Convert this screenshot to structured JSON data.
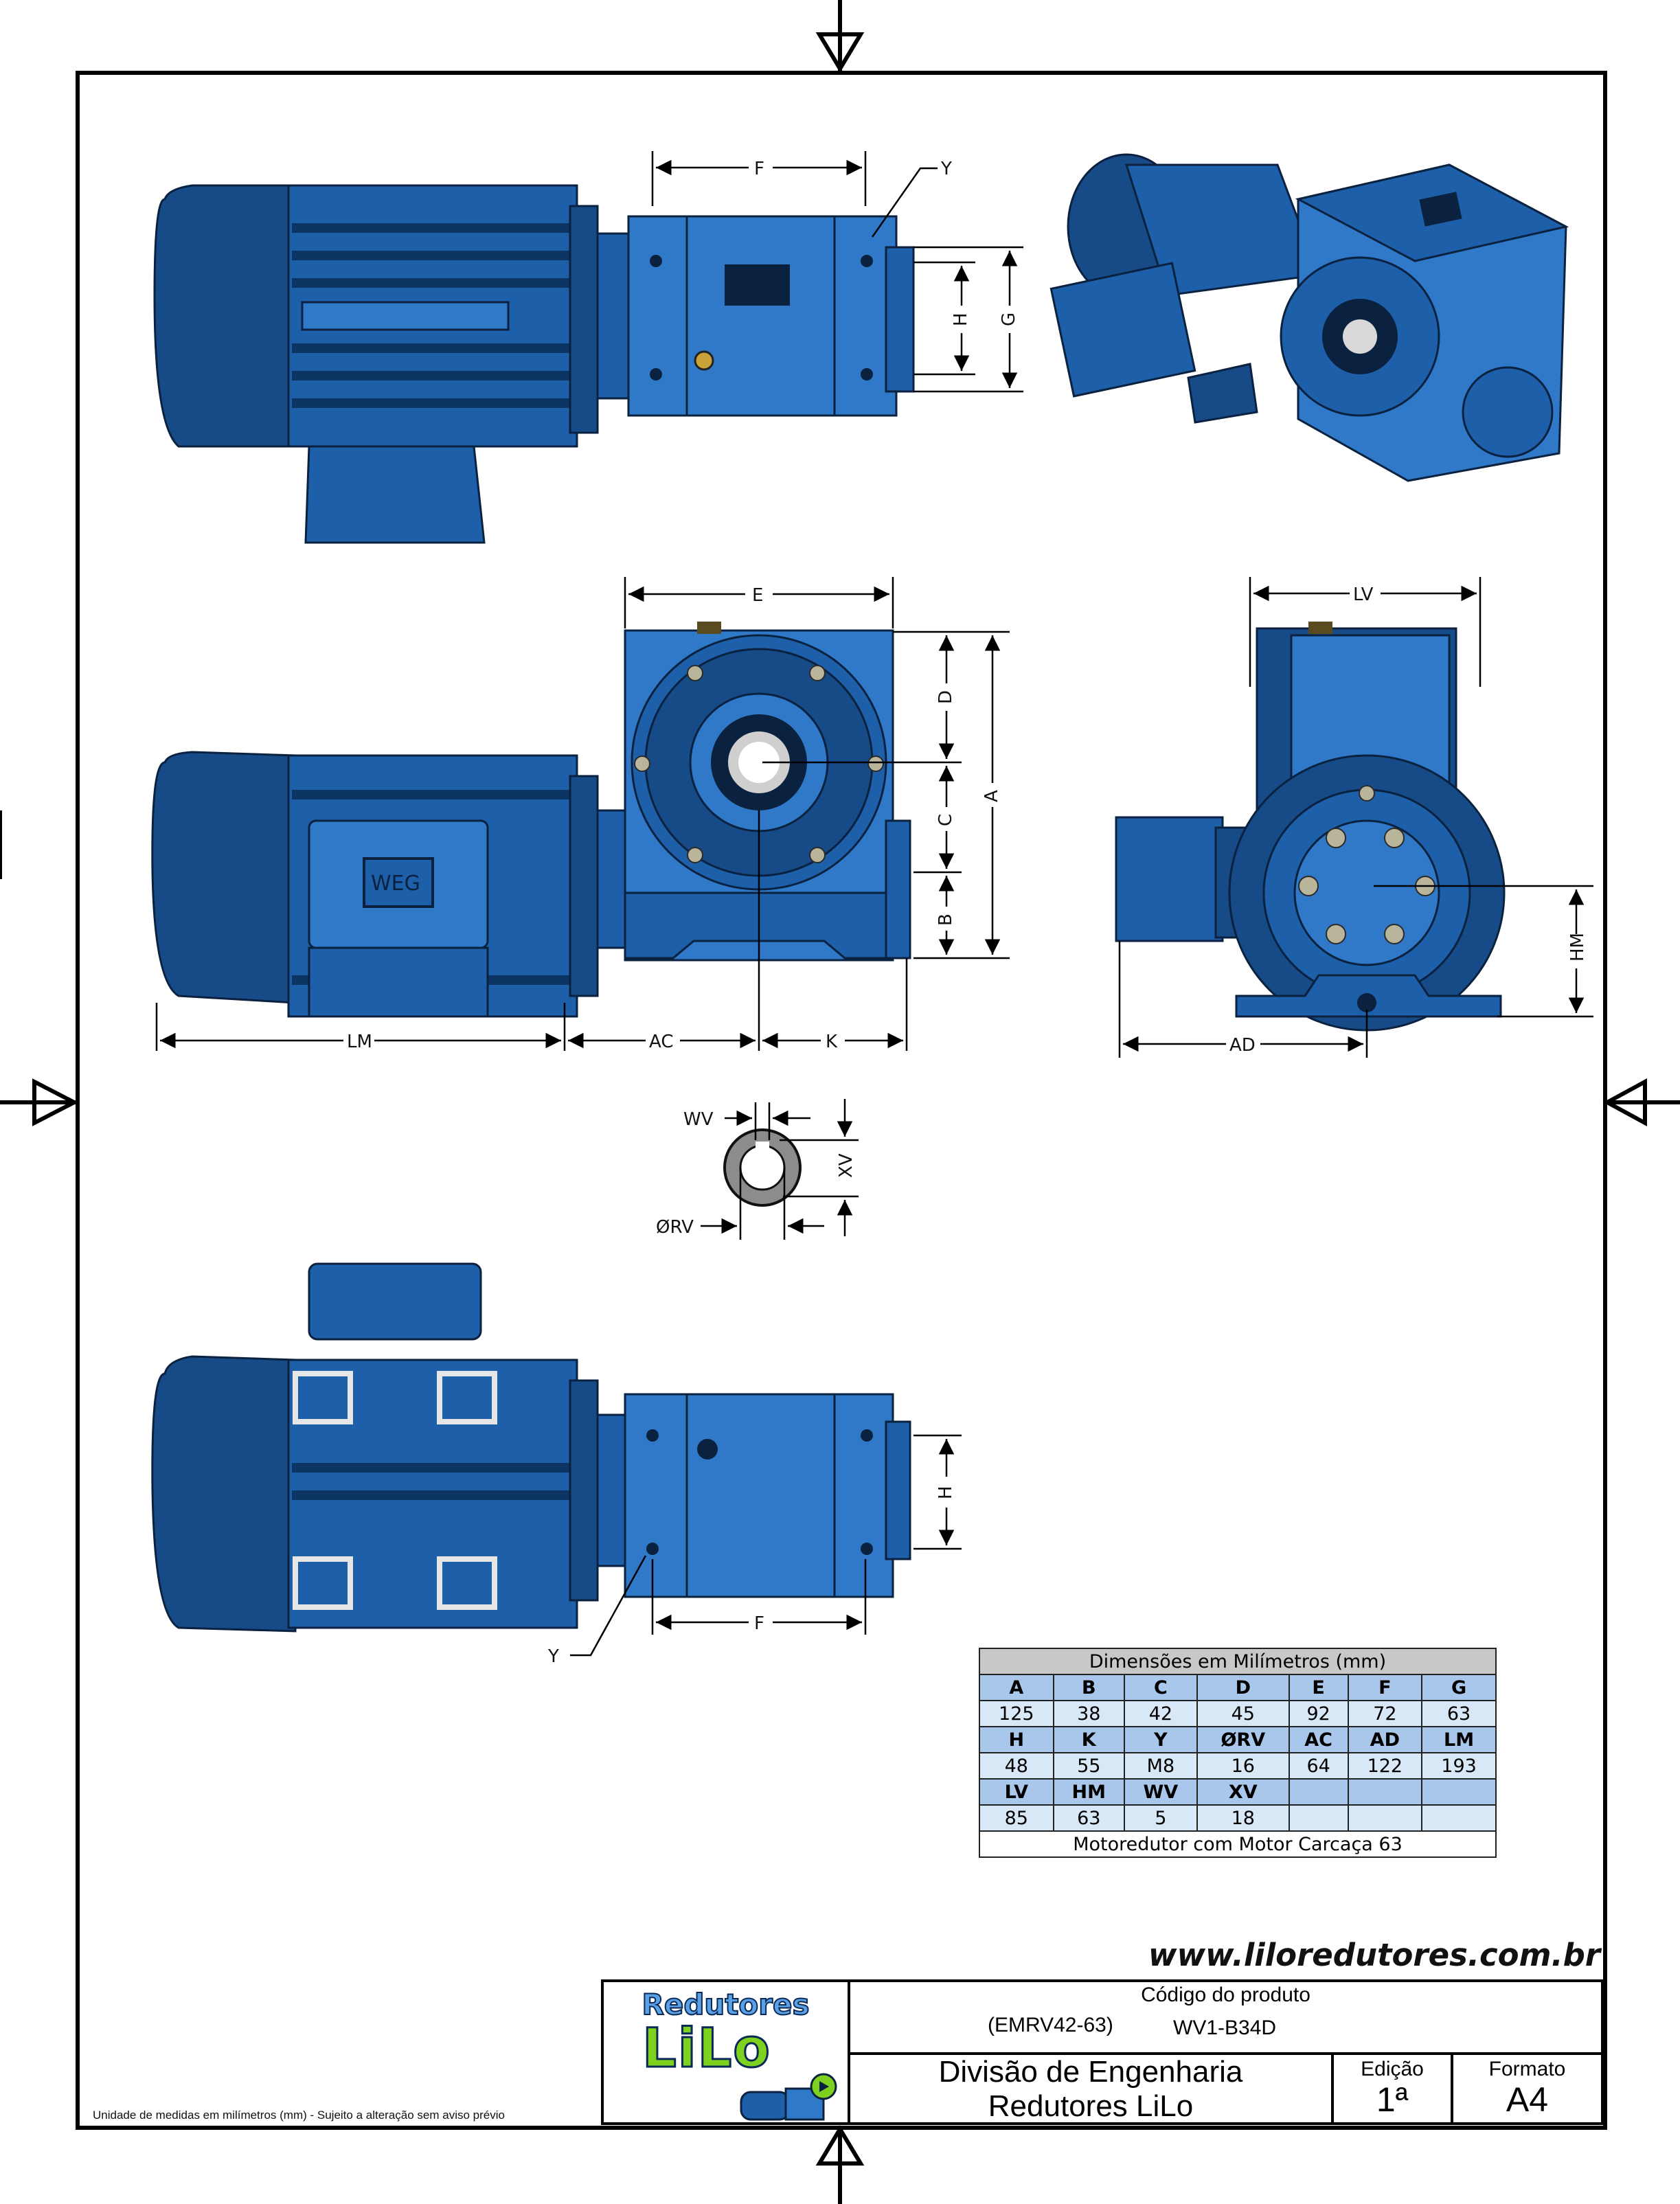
{
  "drawing": {
    "dimension_labels": {
      "F_top": "F",
      "Y_top": "Y",
      "H_top": "H",
      "G": "G",
      "E": "E",
      "D": "D",
      "C": "C",
      "A": "A",
      "B": "B",
      "LM": "LM",
      "AC": "AC",
      "K": "K",
      "LV": "LV",
      "HM": "HM",
      "AD": "AD",
      "WV": "WV",
      "XV": "XV",
      "ORV": "ØRV",
      "H_bottom": "H",
      "F_bottom": "F",
      "Y_bottom": "Y"
    },
    "motor_badge": "WEG"
  },
  "table": {
    "caption": "Dimensões em Milímetros (mm)",
    "rows": [
      {
        "headers": [
          "A",
          "B",
          "C",
          "D",
          "E",
          "F",
          "G"
        ],
        "values": [
          "125",
          "38",
          "42",
          "45",
          "92",
          "72",
          "63"
        ]
      },
      {
        "headers": [
          "H",
          "K",
          "Y",
          "ØRV",
          "AC",
          "AD",
          "LM"
        ],
        "values": [
          "48",
          "55",
          "M8",
          "16",
          "64",
          "122",
          "193"
        ]
      },
      {
        "headers": [
          "LV",
          "HM",
          "WV",
          "XV",
          "",
          "",
          ""
        ],
        "values": [
          "85",
          "63",
          "5",
          "18",
          "",
          "",
          ""
        ]
      }
    ],
    "footer": "Motoredutor com Motor Carcaça 63"
  },
  "website": "www.liloredutores.com.br",
  "title_block": {
    "logo_top": "Redutores",
    "logo_main": "LiLo",
    "product_code_label": "Código do produto",
    "model": "(EMRV42-63)",
    "code": "WV1-B34D",
    "department_line1": "Divisão de Engenharia",
    "department_line2": "Redutores LiLo",
    "edition_label": "Edição",
    "edition_value": "1ª",
    "format_label": "Formato",
    "format_value": "A4"
  },
  "footnote": "Unidade de medidas em milímetros (mm) - Sujeito a alteração sem aviso prévio",
  "colors": {
    "body_blue": "#1d5fa8",
    "dark_blue": "#0a2240",
    "table_header": "#a9c7ea",
    "table_value": "#d9e8f7",
    "logo_green": "#7fd11f"
  }
}
